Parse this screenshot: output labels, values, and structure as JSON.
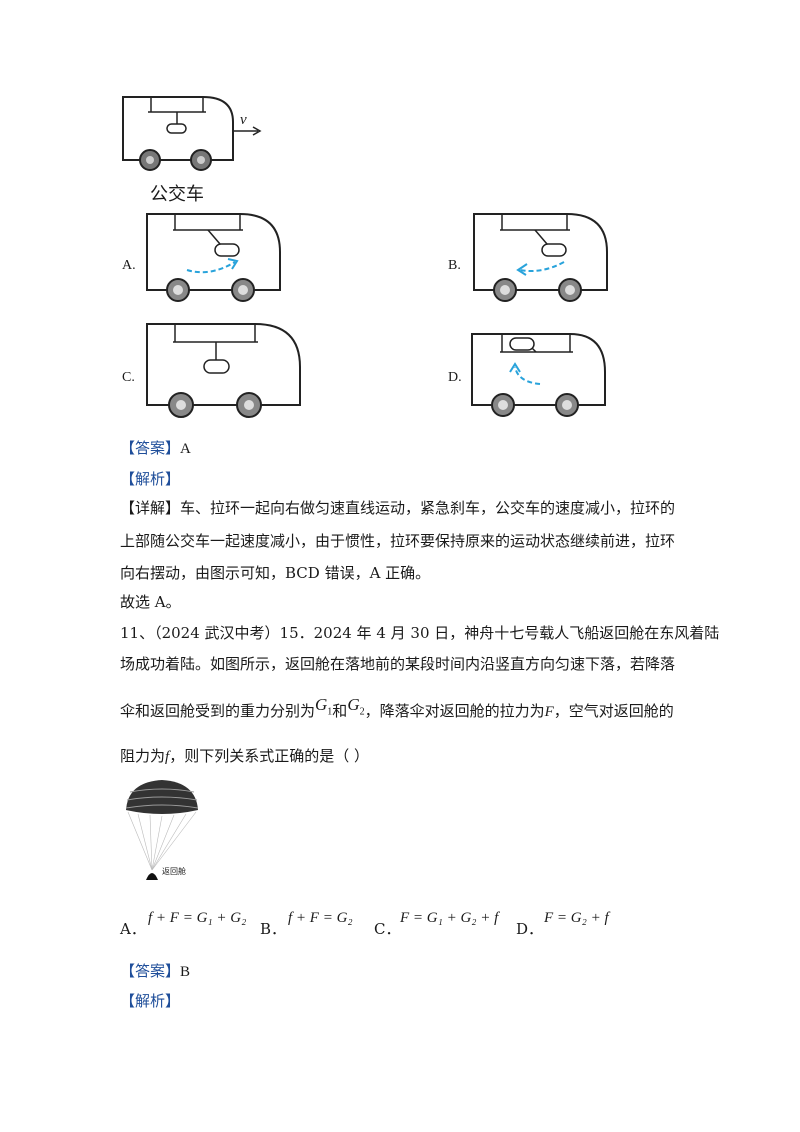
{
  "bus_figure": {
    "velocity_label": "v",
    "caption": "公交车"
  },
  "options_q10": [
    {
      "label": "A."
    },
    {
      "label": "B."
    },
    {
      "label": "C."
    },
    {
      "label": "D."
    }
  ],
  "q10": {
    "answer_tag": "【答案】",
    "answer_value": "A",
    "analysis_tag": "【解析】",
    "detail_line1": "【详解】车、拉环一起向右做匀速直线运动，紧急刹车，公交车的速度减小，拉环的",
    "detail_line2": "上部随公交车一起速度减小，由于惯性，拉环要保持原来的运动状态继续前进，拉环",
    "detail_line3": "向右摆动，由图示可知，BCD 错误，A 正确。",
    "conclusion": "故选 A。"
  },
  "q11": {
    "line1": "11、（2024 武汉中考）15．2024 年 4 月 30 日，神舟十七号载人飞船返回舱在东风着陆",
    "line2": "场成功着陆。如图所示，返回舱在落地前的某段时间内沿竖直方向匀速下落，若降落",
    "line3_a": "伞和返回舱受到的重力分别为",
    "g1": "G",
    "g1_sub": "1",
    "line3_b": "和",
    "g2": "G",
    "g2_sub": "2",
    "line3_c": "，降落伞对返回舱的拉力为",
    "line3_F": "F",
    "line3_d": "，空气对返回舱的",
    "line4_a": "阻力为",
    "line4_f": "f",
    "line4_b": "，则下列关系式正确的是（          ）",
    "capsule_label": "返回舱",
    "options": [
      {
        "label": "A．",
        "formula": "f + F = G₁ + G₂"
      },
      {
        "label": "B．",
        "formula": "f + F = G₂"
      },
      {
        "label": "C．",
        "formula": "F = G₁ + G₂ + f"
      },
      {
        "label": "D．",
        "formula": "F = G₂ + f"
      }
    ],
    "answer_tag": "【答案】",
    "answer_value": "B",
    "analysis_tag": "【解析】"
  }
}
